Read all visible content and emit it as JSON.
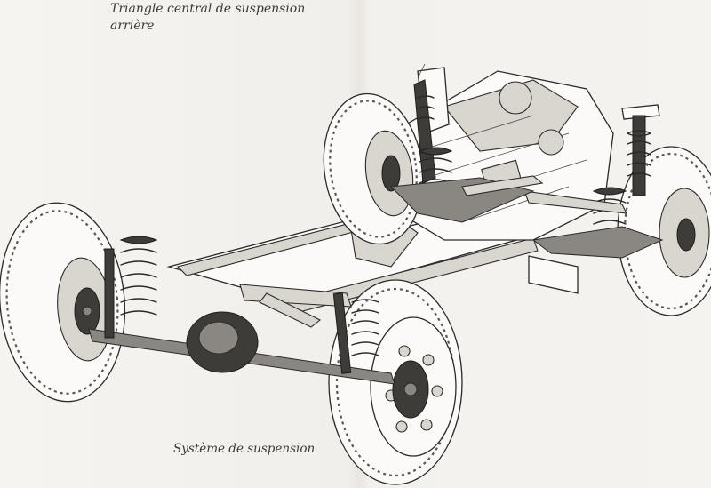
{
  "captions": {
    "top_line1": "Triangle central de suspension",
    "top_line2": "arrière",
    "bottom": "Système de suspension"
  }
}
